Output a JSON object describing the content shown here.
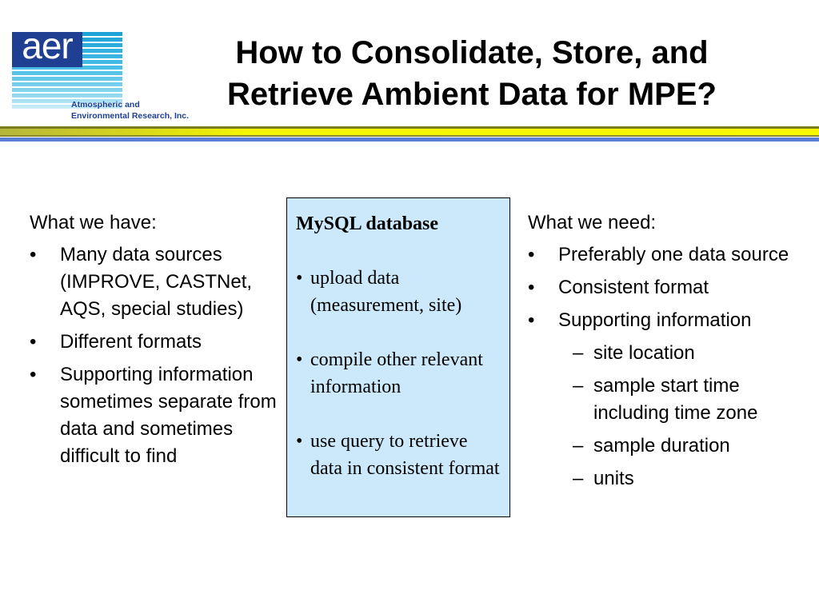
{
  "logo": {
    "wordmark": "aer",
    "company_line1": "Atmospheric and",
    "company_line2": "Environmental Research, Inc.",
    "brand_color": "#1f3f93",
    "stripe_color": "#2aa9dd"
  },
  "title": {
    "line1": "How to Consolidate, Store, and",
    "line2": "Retrieve Ambient Data for MPE?"
  },
  "rules": {
    "yellow": "#f4f400",
    "olive": "#7b7b1f",
    "blue": "#5b7fd6"
  },
  "left_column": {
    "heading": "What we have:",
    "bullet_glyph": "•",
    "items": [
      "Many data sources (IMPROVE, CASTNet, AQS, special studies)",
      "Different formats",
      "Supporting information sometimes separate from data and sometimes difficult to find"
    ]
  },
  "center_box": {
    "heading": "MySQL database",
    "bullet_glyph": "•",
    "background": "#cce8fb",
    "items": [
      "upload data (measurement, site)",
      "compile other relevant information",
      "use query to retrieve data in consistent format"
    ]
  },
  "right_column": {
    "heading": "What we need:",
    "bullet_glyph": "•",
    "dash_glyph": "–",
    "items": [
      "Preferably one data source",
      "Consistent format",
      "Supporting information"
    ],
    "sub_items": [
      "site location",
      "sample start time including time zone",
      "sample duration",
      "units"
    ]
  }
}
